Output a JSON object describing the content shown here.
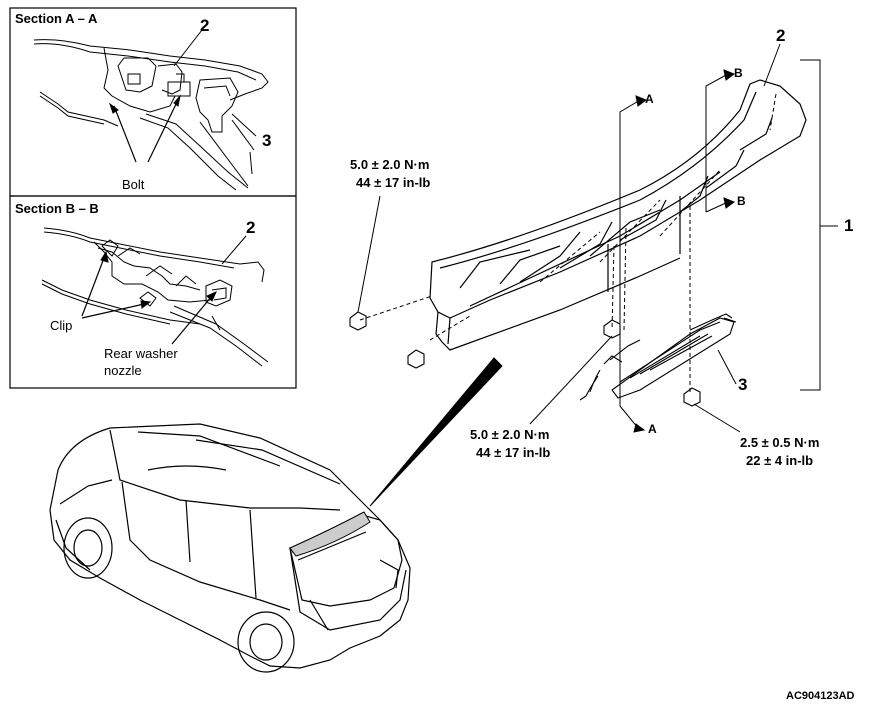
{
  "section_a": {
    "title": "Section A – A",
    "callout_spoiler": "2",
    "callout_lamp": "3",
    "bolt_label": "Bolt"
  },
  "section_b": {
    "title": "Section B – B",
    "callout_spoiler": "2",
    "clip_label": "Clip",
    "nozzle_label_line1": "Rear washer",
    "nozzle_label_line2": "nozzle"
  },
  "main": {
    "callout_assembly": "1",
    "callout_spoiler": "2",
    "callout_lamp": "3",
    "section_markers": [
      "A",
      "A",
      "B",
      "B"
    ],
    "torques": [
      {
        "line1": "5.0 ± 2.0 N·m",
        "line2": "44 ± 17 in-lb"
      },
      {
        "line1": "5.0 ± 2.0 N·m",
        "line2": "44 ± 17 in-lb"
      },
      {
        "line1": "2.5 ± 0.5 N·m",
        "line2": "22 ± 4 in-lb"
      }
    ]
  },
  "figure_code": "AC904123AD"
}
